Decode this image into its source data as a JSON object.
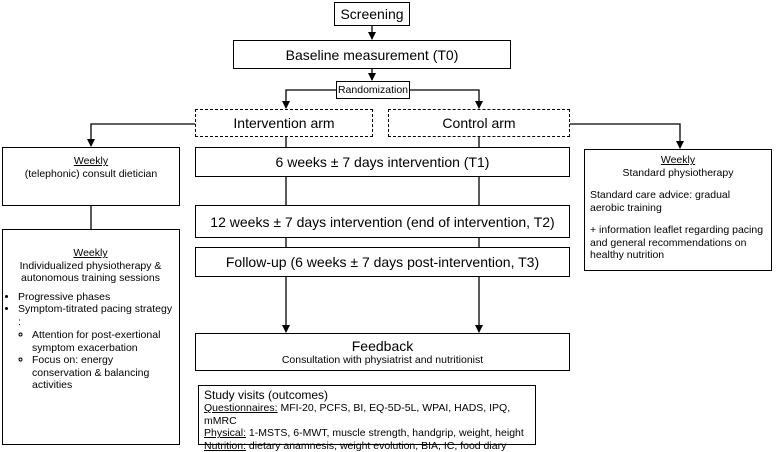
{
  "screening": "Screening",
  "baseline": "Baseline measurement (T0)",
  "randomization": "Randomization",
  "intervention_arm": "Intervention arm",
  "control_arm": "Control arm",
  "t1": "6 weeks ± 7 days intervention (T1)",
  "t2": "12 weeks ± 7 days intervention (end of intervention, T2)",
  "t3": "Follow-up (6 weeks ± 7 days post-intervention, T3)",
  "feedback": {
    "title": "Feedback",
    "subtitle": "Consultation with physiatrist and nutritionist"
  },
  "dietician": {
    "weekly": "Weekly",
    "text": "(telephonic) consult dietician"
  },
  "physio": {
    "weekly": "Weekly",
    "text": "Individualized physiotherapy & autonomous training sessions",
    "bullet1": "Progressive phases",
    "bullet2": "Symptom-titrated pacing strategy :",
    "sub1": "Attention for post-exertional symptom exacerbation",
    "sub2": "Focus on: energy conservation & balancing activities"
  },
  "standard": {
    "weekly": "Weekly",
    "title": "Standard physiotherapy",
    "advice": "Standard care advice: gradual aerobic training",
    "leaflet": "+ information leaflet regarding pacing and general recommendations on healthy nutrition"
  },
  "study": {
    "title": "Study visits (outcomes)",
    "q_label": "Questionnaires:",
    "q_text": " MFI-20, PCFS, BI, EQ-5D-5L, WPAI, HADS, IPQ, mMRC",
    "p_label": "Physical:",
    "p_text": " 1-MSTS, 6-MWT, muscle strength, handgrip, weight, height",
    "n_label": "Nutrition:",
    "n_text": " dietary anamnesis, weight evolution, BIA, IC, food diary"
  }
}
